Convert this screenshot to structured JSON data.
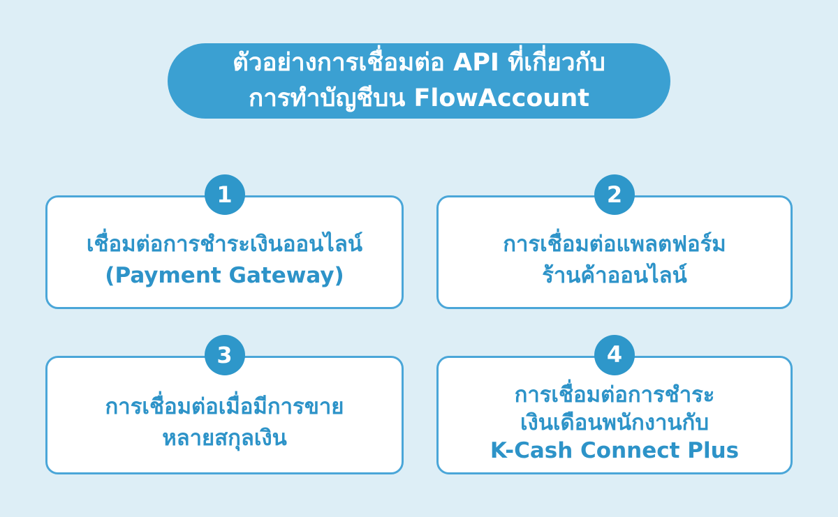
{
  "banner": {
    "line1": "ตัวอย่างการเชื่อมต่อ API ที่เกี่ยวกับ",
    "line2": "การทำบัญชีบน FlowAccount"
  },
  "cards": [
    {
      "number": "1",
      "line1": "เชื่อมต่อการชำระเงินออนไลน์",
      "line2": "(Payment Gateway)"
    },
    {
      "number": "2",
      "line1": "การเชื่อมต่อแพลตฟอร์ม",
      "line2": "ร้านค้าออนไลน์"
    },
    {
      "number": "3",
      "line1": "การเชื่อมต่อเมื่อมีการขาย",
      "line2": "หลายสกุลเงิน"
    },
    {
      "number": "4",
      "line1": "การเชื่อมต่อการชำระ",
      "line2": "เงินเดือนพนักงานกับ",
      "line3": "K-Cash Connect Plus"
    }
  ],
  "colors": {
    "background": "#ddeef6",
    "banner": "#3ba0d2",
    "card_border": "#4aa6d8",
    "card_text": "#2d93c8",
    "badge": "#2e97ca",
    "badge_text": "#ffffff"
  }
}
